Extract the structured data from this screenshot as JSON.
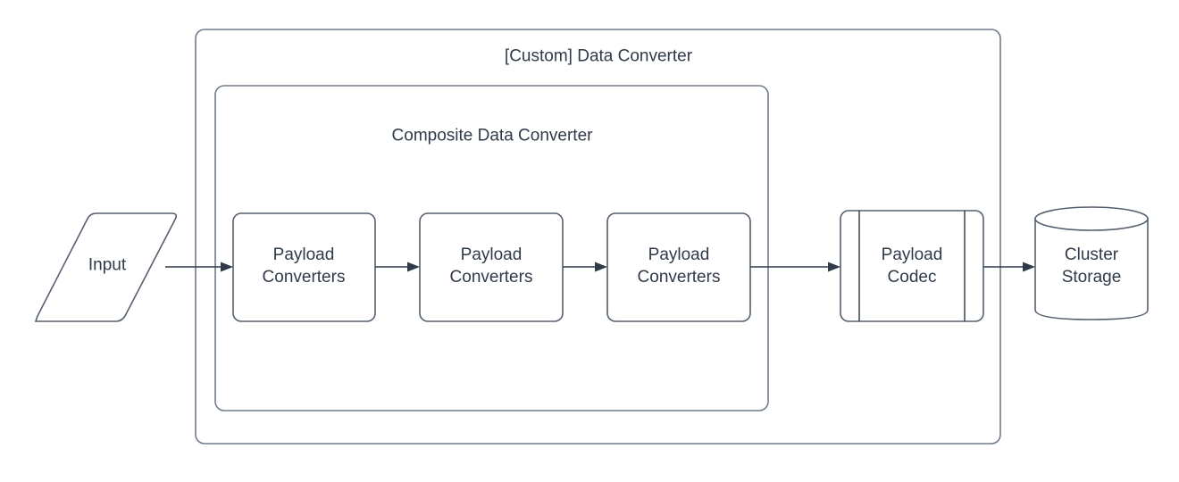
{
  "diagram": {
    "title": "[Custom] Data Converter",
    "background_color": "#ffffff",
    "stroke_color": "#55606e",
    "container_stroke_color": "#707b8a",
    "text_color": "#2f3a4a",
    "outer_container": {
      "label": "[Custom] Data Converter",
      "shape": "rounded-rectangle"
    },
    "inner_container": {
      "label": "Composite Data Converter",
      "shape": "rounded-rectangle"
    },
    "nodes": [
      {
        "id": "input",
        "label": "Input",
        "shape": "parallelogram",
        "icon": "input-parallelogram-icon"
      },
      {
        "id": "payload-converters-1",
        "label": "Payload\nConverters",
        "shape": "rounded-rectangle"
      },
      {
        "id": "payload-converters-2",
        "label": "Payload\nConverters",
        "shape": "rounded-rectangle"
      },
      {
        "id": "payload-converters-3",
        "label": "Payload\nConverters",
        "shape": "rounded-rectangle"
      },
      {
        "id": "payload-codec",
        "label": "Payload\nCodec",
        "shape": "process-rounded-rectangle"
      },
      {
        "id": "cluster-storage",
        "label": "Cluster\nStorage",
        "shape": "cylinder",
        "icon": "database-cylinder-icon"
      }
    ],
    "connectors": [
      {
        "id": "input-to-pc1",
        "from": "input",
        "to": "payload-converters-1",
        "arrow": "single",
        "style": "solid"
      },
      {
        "id": "pc1-to-pc2",
        "from": "payload-converters-1",
        "to": "payload-converters-2",
        "arrow": "single",
        "style": "solid"
      },
      {
        "id": "pc2-to-pc3",
        "from": "payload-converters-2",
        "to": "payload-converters-3",
        "arrow": "single",
        "style": "solid"
      },
      {
        "id": "pc3-to-codec",
        "from": "payload-converters-3",
        "to": "payload-codec",
        "arrow": "single",
        "style": "solid"
      },
      {
        "id": "codec-to-storage",
        "from": "payload-codec",
        "to": "cluster-storage",
        "arrow": "single",
        "style": "solid"
      }
    ]
  }
}
